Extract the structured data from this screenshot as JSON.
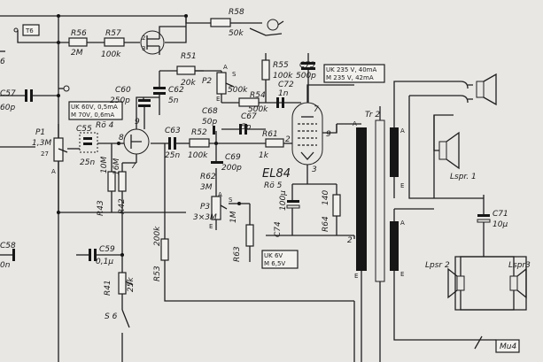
{
  "tags": {
    "t6": "T6",
    "mu4": "Mu4"
  },
  "resistors": {
    "r58": {
      "name": "R58",
      "value": "50k"
    },
    "r56": {
      "name": "R56",
      "value": "2M"
    },
    "r57": {
      "name": "R57",
      "value": "100k"
    },
    "r51": {
      "name": "R51",
      "value": "20k"
    },
    "r55": {
      "name": "R55",
      "value": "100k"
    },
    "r54": {
      "name": "R54",
      "value": "500k"
    },
    "r52": {
      "name": "R52",
      "value": "100k"
    },
    "r61": {
      "name": "R61",
      "value": "1k"
    },
    "r62": {
      "name": "R62",
      "value": "3M"
    },
    "r43": {
      "name": "R43",
      "value": "10M"
    },
    "r42": {
      "name": "R42",
      "value": "16M"
    },
    "r53": {
      "name": "R53",
      "value": "200k"
    },
    "r63": {
      "name": "R63",
      "value": "1M"
    },
    "r64": {
      "name": "R64",
      "value": "140"
    },
    "r41": {
      "name": "R41",
      "value": "25k"
    }
  },
  "capacitors": {
    "c57": {
      "name": "C57",
      "value": "60p"
    },
    "c60": {
      "name": "C60",
      "value": "250p"
    },
    "c62": {
      "name": "C62",
      "value": "5n"
    },
    "c73": {
      "name": "C73",
      "value": "500p"
    },
    "c72": {
      "name": "C72",
      "value": "1n"
    },
    "c68": {
      "name": "C68",
      "value": "50p"
    },
    "c67": {
      "name": "C67",
      "value": "5p"
    },
    "c55": {
      "name": "C55",
      "value": "25n"
    },
    "c63": {
      "name": "C63",
      "value": "25n"
    },
    "c69": {
      "name": "C69",
      "value": "200p"
    },
    "c74": {
      "name": "C74",
      "value": "100µ"
    },
    "c71": {
      "name": "C71",
      "value": "10µ"
    },
    "c59": {
      "name": "C59",
      "value": "0,1µ"
    },
    "c58": {
      "name": "C58",
      "value": "0n"
    }
  },
  "pots": {
    "p1": {
      "name": "P1",
      "value": "1,3M",
      "extra": "27"
    },
    "p2": {
      "name": "P2",
      "value": "500k"
    },
    "p3": {
      "name": "P3",
      "value": "3×3M"
    }
  },
  "tubes": {
    "ro4": {
      "name": "Rö 4"
    },
    "el84": {
      "name": "EL84",
      "ref": "Rö 5"
    }
  },
  "voltage_notes": {
    "ro4_uk": "UK 60V, 0,5mA",
    "ro4_m": "M  70V, 0,6mA",
    "el84_uk": "UK 235 V, 40mA",
    "el84_m": "M  235 V, 42mA",
    "cathode_uk": "UK 6V",
    "cathode_m": "M 6,5V"
  },
  "transformer": {
    "name": "Tr 2"
  },
  "speakers": {
    "lspr1": "Lspr. 1",
    "lspr2": "Lpsr 2",
    "lspr3": "Lspr3"
  },
  "switches": {
    "s6": "S 6"
  },
  "pin_labels": {
    "p9a": "9",
    "p8": "8",
    "p7a": "7",
    "p7b": "7",
    "p2": "2",
    "p9b": "9",
    "p3": "3",
    "sA1": "A",
    "sS1": "S",
    "sE1": "E",
    "sA2": "A",
    "sS2": "S",
    "sE2": "E",
    "tA1": "A",
    "tE1": "E",
    "tA2": "A",
    "tE2": "E",
    "tA3": "A",
    "tE3": "E",
    "z6": "6"
  }
}
